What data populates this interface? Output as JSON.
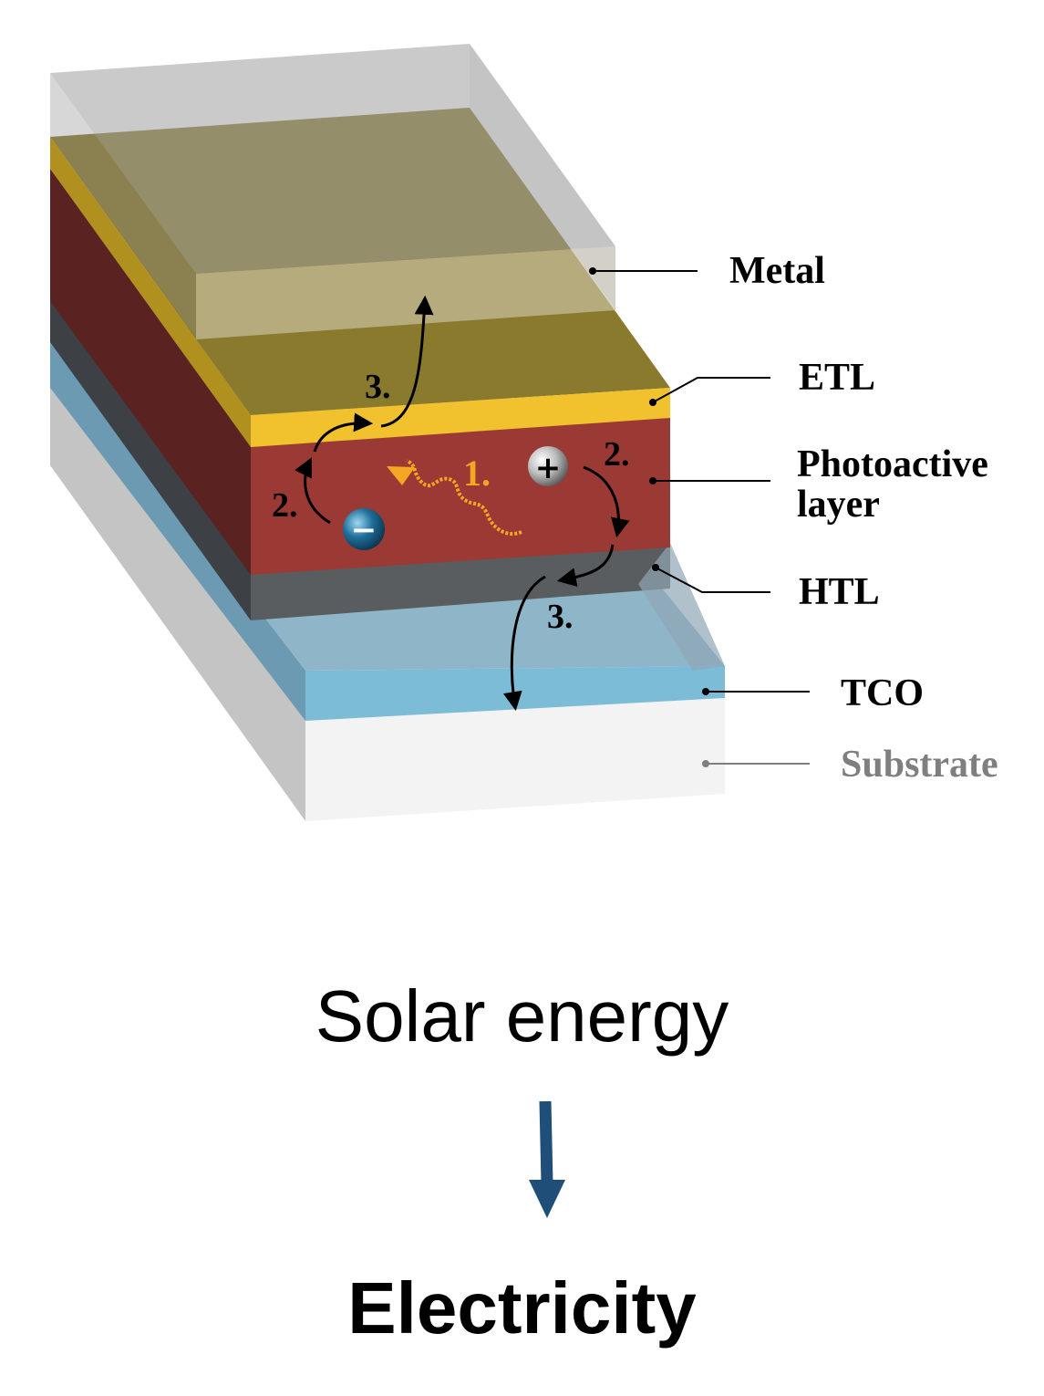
{
  "layers": {
    "metal": "Metal",
    "etl": "ETL",
    "photoactive_line1": "Photoactive",
    "photoactive_line2": "layer",
    "htl": "HTL",
    "tco": "TCO",
    "substrate": "Substrate"
  },
  "steps": {
    "step1": "1.",
    "step2_left": "2.",
    "step2_right": "2.",
    "step3_top": "3.",
    "step3_bottom": "3."
  },
  "charges": {
    "hole_symbol": "+",
    "electron_symbol": "−"
  },
  "process": {
    "input": "Solar energy",
    "output": "Electricity"
  },
  "colors": {
    "metal": "#a8a8a8",
    "etl": "#f2c12e",
    "photoactive": "#9b3a34",
    "htl": "#5a5d60",
    "tco": "#7cbcd6",
    "substrate": "#f2f2f2",
    "flow_arrow": "#1f4e79",
    "photon": "#f5a623"
  }
}
